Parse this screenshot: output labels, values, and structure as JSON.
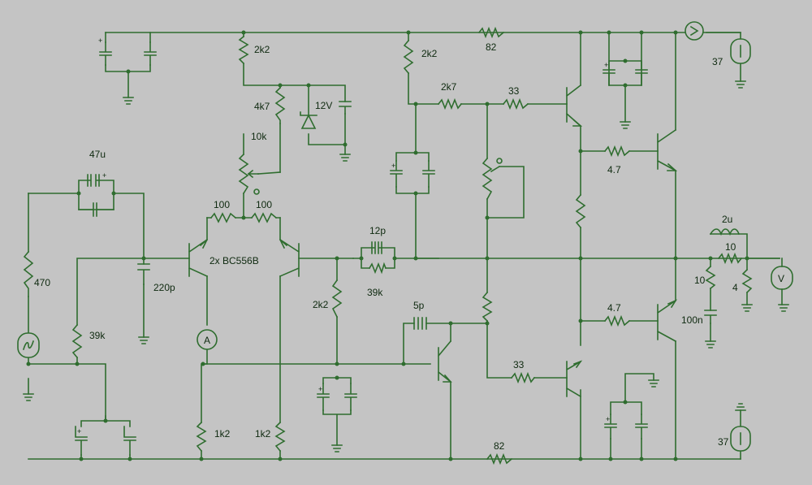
{
  "schematic": {
    "components": {
      "r_2k2_top_left": "2k2",
      "r_4k7": "4k7",
      "zener_12v": "12V",
      "pot_10k": "10k",
      "c_47u": "47u",
      "r_100_left": "100",
      "r_100_right": "100",
      "transistor_pair": "2x BC556B",
      "r_470": "470",
      "c_220p": "220p",
      "r_39k_left": "39k",
      "r_1k2_left": "1k2",
      "r_1k2_right": "1k2",
      "c_12p": "12p",
      "r_39k_feedback": "39k",
      "r_2k2_mid": "2k2",
      "r_2k2_top_mid": "2k2",
      "r_2k7": "2k7",
      "c_5p": "5p",
      "r_33_top": "33",
      "r_33_bottom": "33",
      "r_82_top": "82",
      "r_82_bottom": "82",
      "r_4_7_top": "4.7",
      "r_4_7_bottom": "4.7",
      "l_2u": "2u",
      "r_10_series": "10",
      "r_10_zobel": "10",
      "c_100n": "100n",
      "r_load_4": "4",
      "supply_top": "37",
      "supply_bottom": "37"
    },
    "meter_symbols": {
      "ammeter": "A",
      "voltmeter": "V"
    },
    "colors": {
      "background": "#c4c4c4",
      "wire": "#2f6d2f",
      "label": "#0f2a10"
    }
  }
}
